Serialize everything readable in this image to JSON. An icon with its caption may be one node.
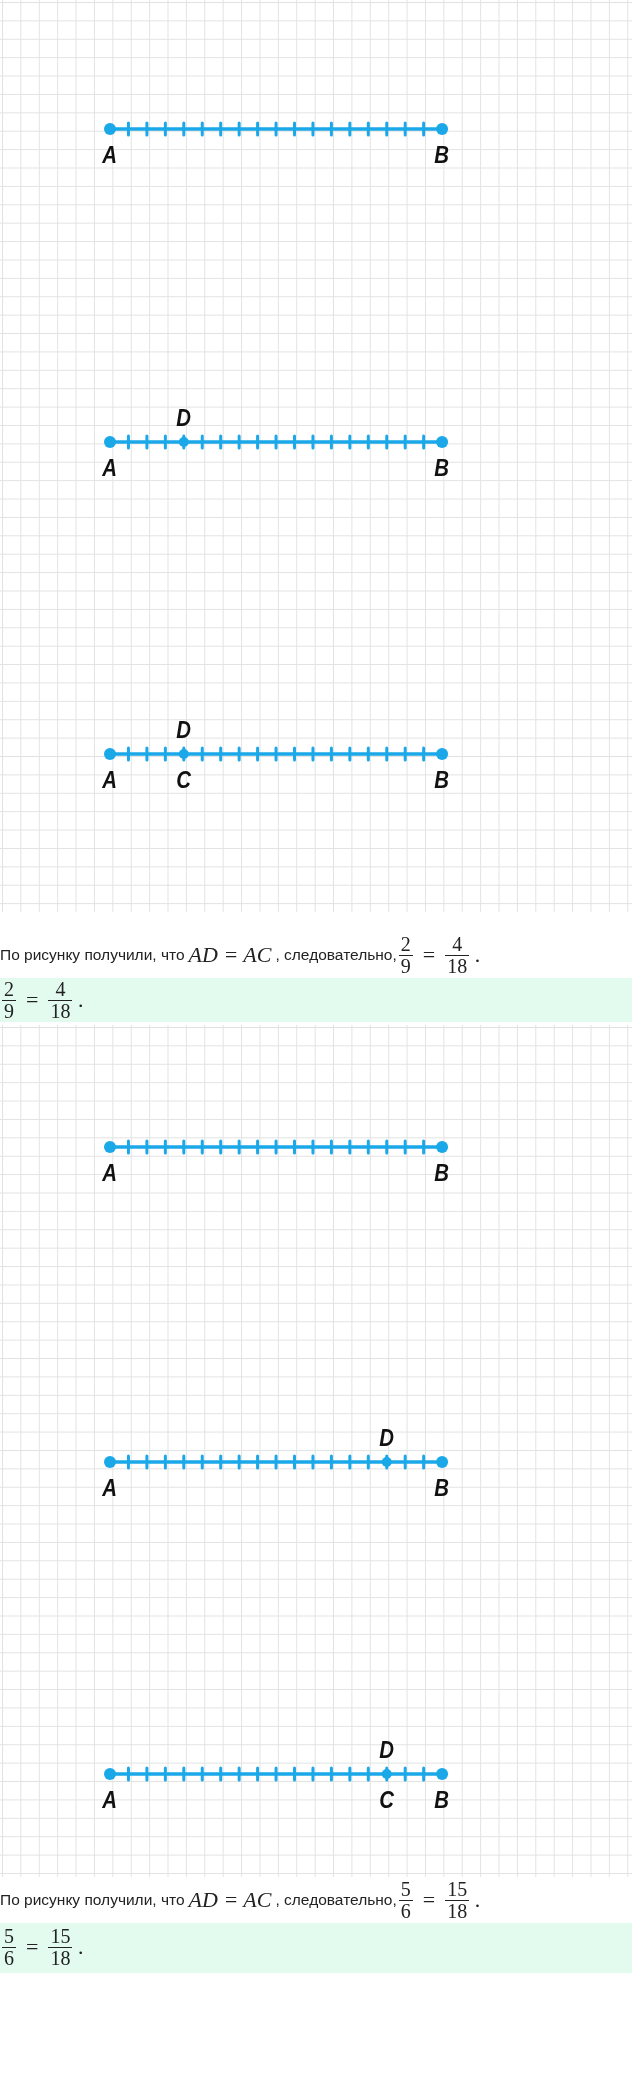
{
  "diagram": {
    "labels": [
      "A",
      "B",
      "D",
      "A",
      "B",
      "D",
      "A",
      "C",
      "B",
      "По рисунку получили, что",
      "AD = AC",
      ", следовательно,",
      "2",
      "9",
      "=",
      "4",
      "18",
      ".",
      "2",
      "9",
      "=",
      "4",
      "18",
      ".",
      "A",
      "B",
      "D",
      "A",
      "B",
      "D",
      "A",
      "C",
      "B",
      "По рисунку получили, что",
      "AD = AC",
      ", следовательно,",
      "5",
      "6",
      "=",
      "15",
      "18",
      ".",
      "5",
      "6",
      "=",
      "15",
      "18",
      "."
    ]
  }
}
